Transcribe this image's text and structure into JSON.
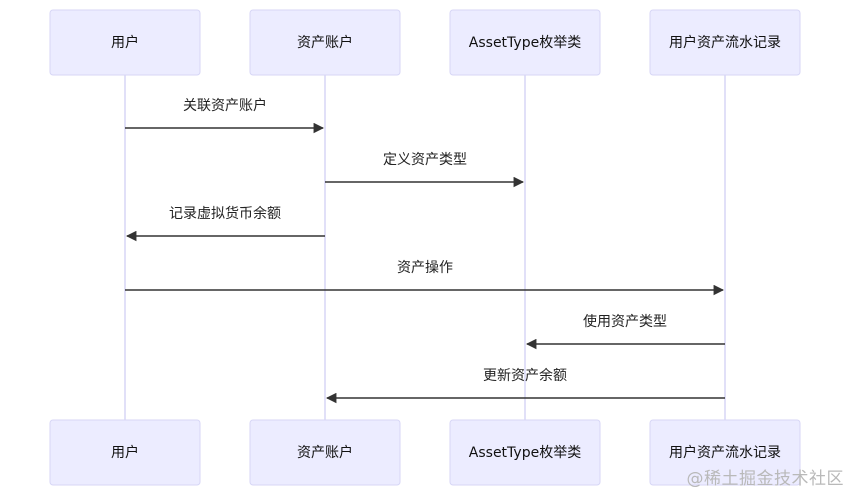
{
  "participants": [
    {
      "id": "user",
      "label": "用户"
    },
    {
      "id": "account",
      "label": "资产账户"
    },
    {
      "id": "assettype",
      "label": "AssetType枚举类"
    },
    {
      "id": "record",
      "label": "用户资产流水记录"
    }
  ],
  "messages": [
    {
      "from": 0,
      "to": 1,
      "label": "关联资产账户"
    },
    {
      "from": 1,
      "to": 2,
      "label": "定义资产类型"
    },
    {
      "from": 1,
      "to": 0,
      "label": "记录虚拟货币余额"
    },
    {
      "from": 0,
      "to": 3,
      "label": "资产操作"
    },
    {
      "from": 3,
      "to": 2,
      "label": "使用资产类型"
    },
    {
      "from": 3,
      "to": 1,
      "label": "更新资产余额"
    }
  ],
  "watermark": "@稀土掘金技术社区",
  "colors": {
    "actor_fill": "#ECECFF",
    "actor_stroke": "#D7D6F6",
    "lifeline": "#D7D6F6",
    "arrow": "#333333"
  }
}
